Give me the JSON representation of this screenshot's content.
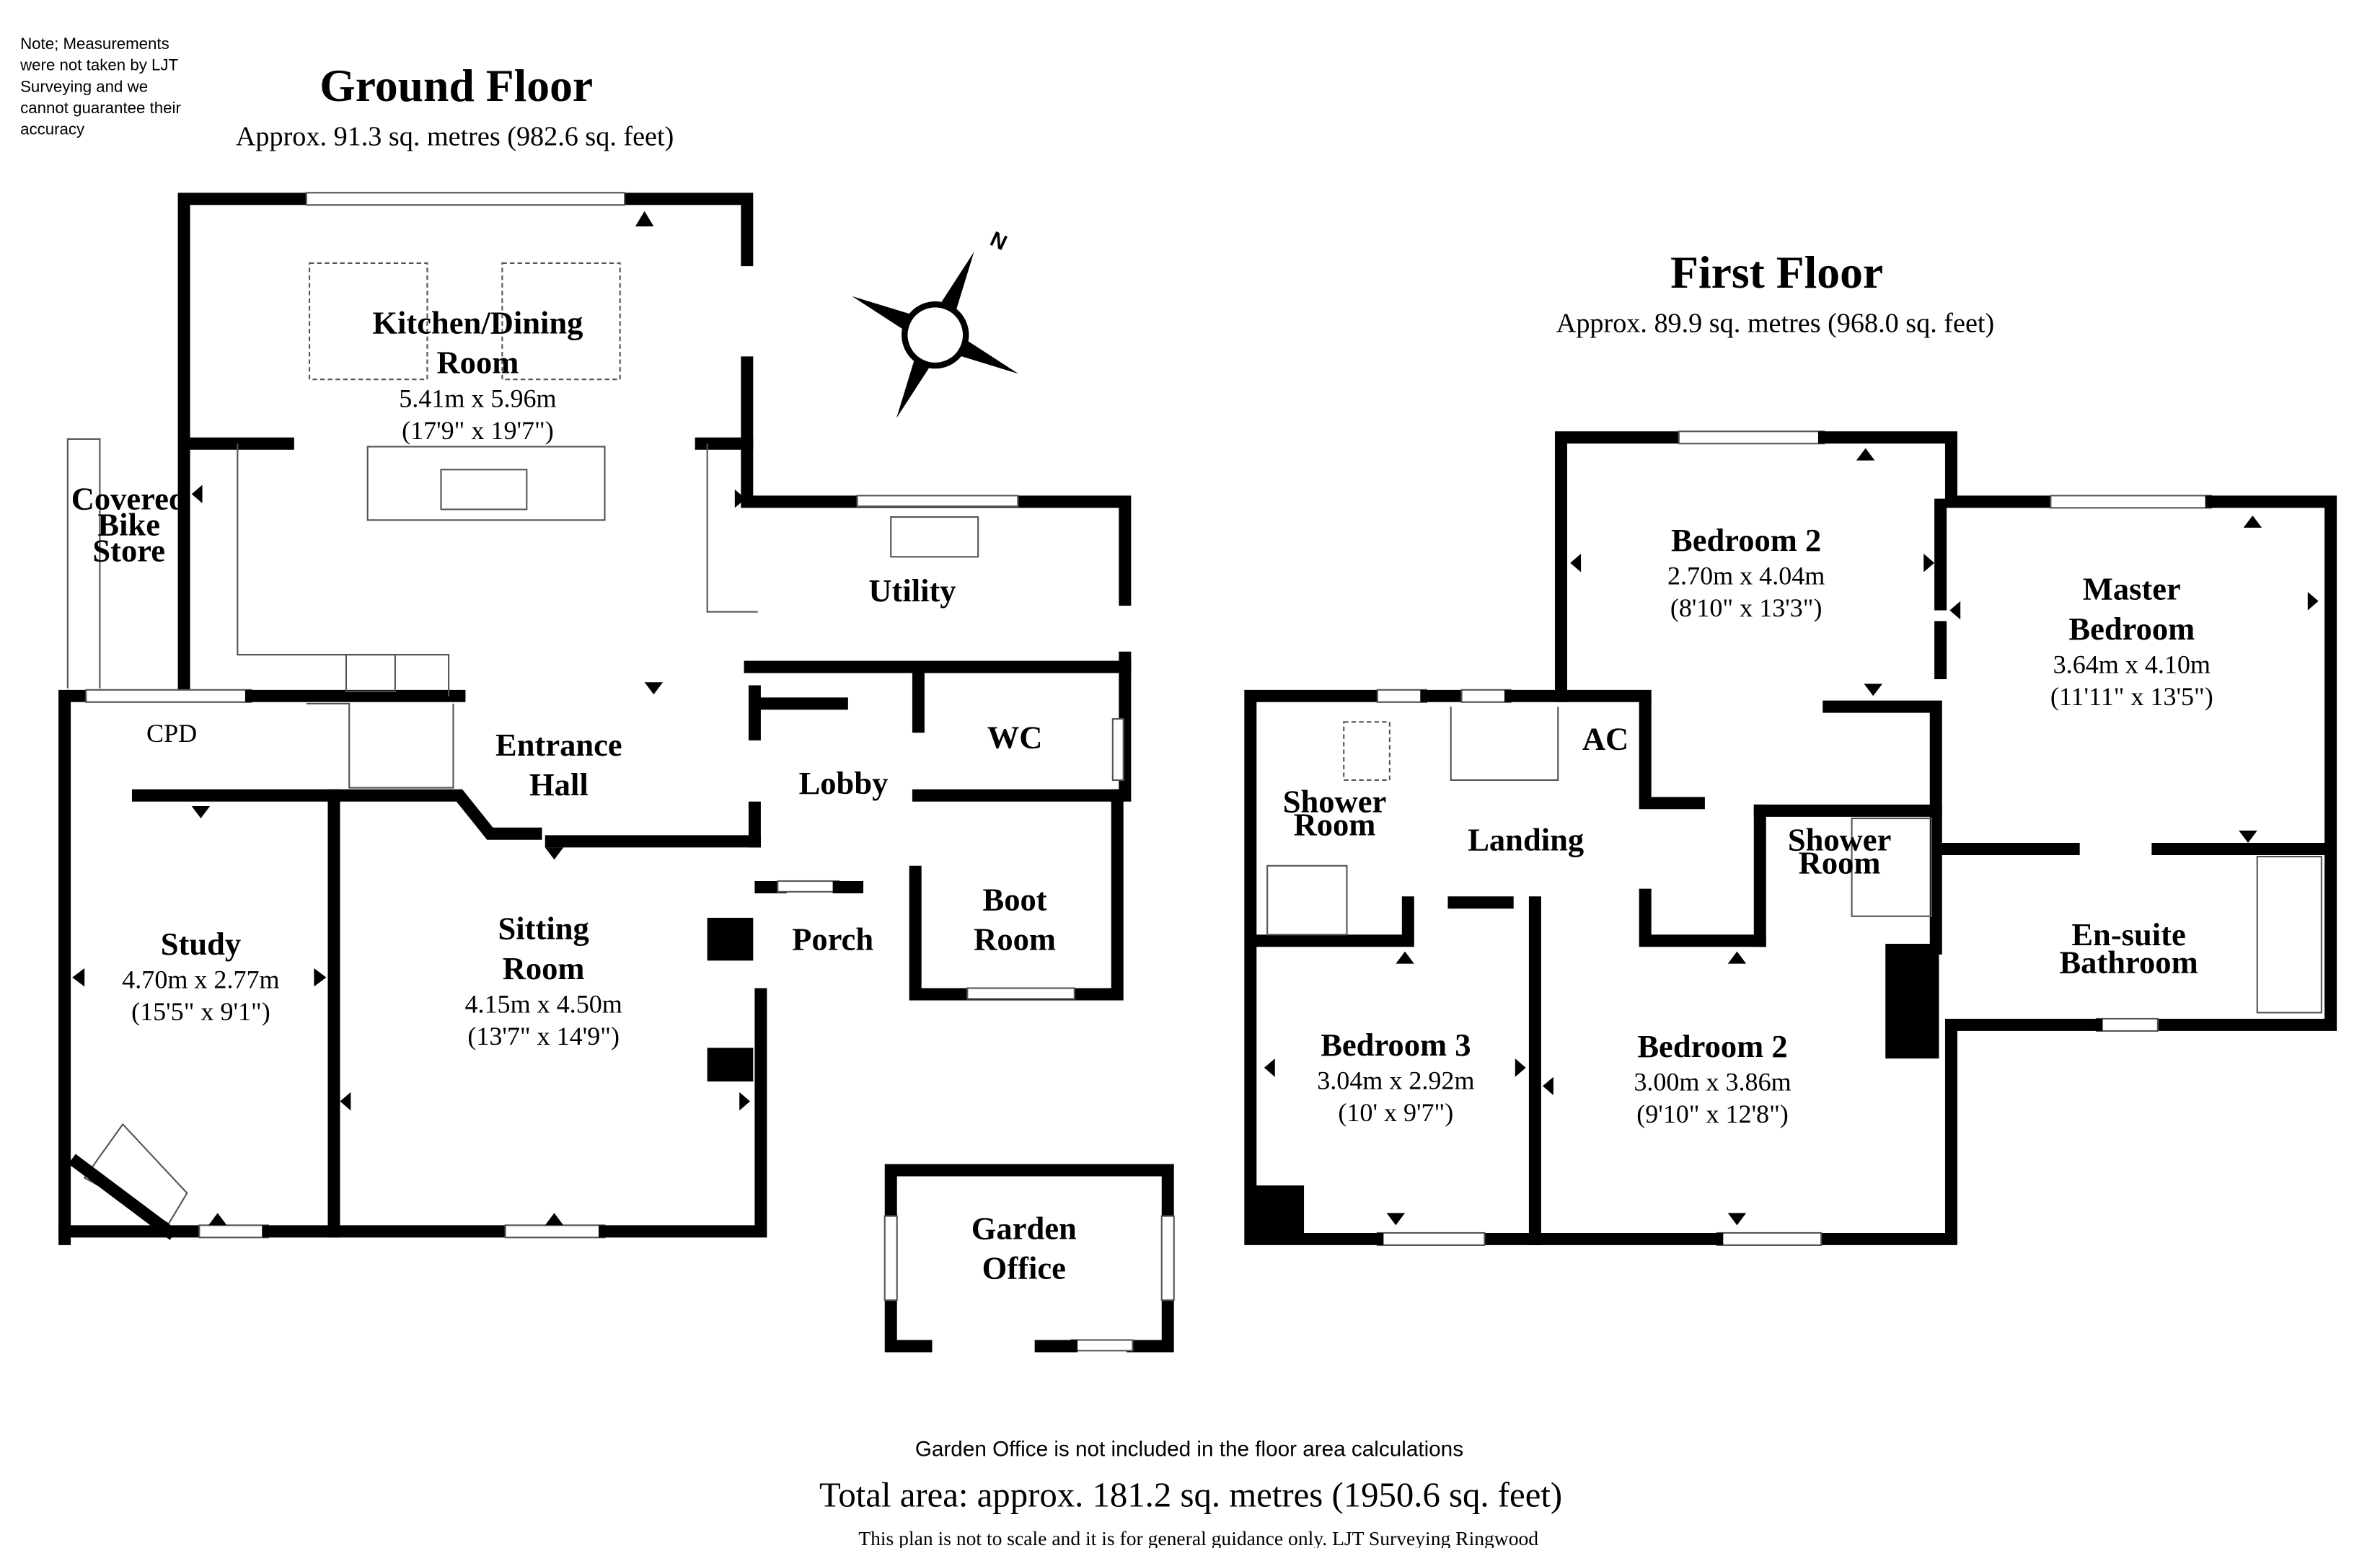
{
  "note": [
    "Note; Measurements",
    "were not taken by LJT",
    "Surveying and we",
    "cannot guarantee their",
    "accuracy"
  ],
  "ground_floor": {
    "title": "Ground Floor",
    "area": "Approx. 91.3 sq. metres (982.6 sq. feet)",
    "rooms": {
      "kitchen": {
        "name": [
          "Kitchen/Dining",
          "Room"
        ],
        "metric": "5.41m x 5.96m",
        "imperial": "(17'9\" x 19'7\")"
      },
      "bike_store": {
        "name": [
          "Covered",
          "Bike",
          "Store"
        ]
      },
      "cpd": {
        "name": "CPD"
      },
      "entrance": {
        "name": [
          "Entrance",
          "Hall"
        ]
      },
      "utility": {
        "name": "Utility"
      },
      "wc": {
        "name": "WC"
      },
      "lobby": {
        "name": "Lobby"
      },
      "porch": {
        "name": "Porch"
      },
      "boot": {
        "name": [
          "Boot",
          "Room"
        ]
      },
      "study": {
        "name": "Study",
        "metric": "4.70m x 2.77m",
        "imperial": "(15'5\" x 9'1\")"
      },
      "sitting": {
        "name": [
          "Sitting",
          "Room"
        ],
        "metric": "4.15m x 4.50m",
        "imperial": "(13'7\" x 14'9\")"
      },
      "garden_office": {
        "name": [
          "Garden",
          "Office"
        ]
      }
    }
  },
  "first_floor": {
    "title": "First Floor",
    "area": "Approx. 89.9 sq. metres (968.0 sq. feet)",
    "rooms": {
      "bedroom2_top": {
        "name": "Bedroom 2",
        "metric": "2.70m x 4.04m",
        "imperial": "(8'10\" x 13'3\")"
      },
      "master": {
        "name": [
          "Master",
          "Bedroom"
        ],
        "metric": "3.64m x 4.10m",
        "imperial": "(11'11\" x 13'5\")"
      },
      "ac": {
        "name": "AC"
      },
      "shower_left": {
        "name": [
          "Shower",
          "Room"
        ]
      },
      "landing": {
        "name": "Landing"
      },
      "shower_right": {
        "name": [
          "Shower",
          "Room"
        ]
      },
      "ensuite": {
        "name": [
          "En-suite",
          "Bathroom"
        ]
      },
      "bedroom3": {
        "name": "Bedroom 3",
        "metric": "3.04m x 2.92m",
        "imperial": "(10' x 9'7\")"
      },
      "bedroom2_bottom": {
        "name": "Bedroom 2",
        "metric": "3.00m x 3.86m",
        "imperial": "(9'10\" x 12'8\")"
      }
    }
  },
  "compass": {
    "label": "N"
  },
  "footer": {
    "garden_note": "Garden Office is not included in the floor area calculations",
    "total": "Total area: approx. 181.2 sq. metres (1950.6 sq. feet)",
    "disclaimer": "This plan is not to scale and it is for general guidance only. LJT Surveying Ringwood"
  }
}
